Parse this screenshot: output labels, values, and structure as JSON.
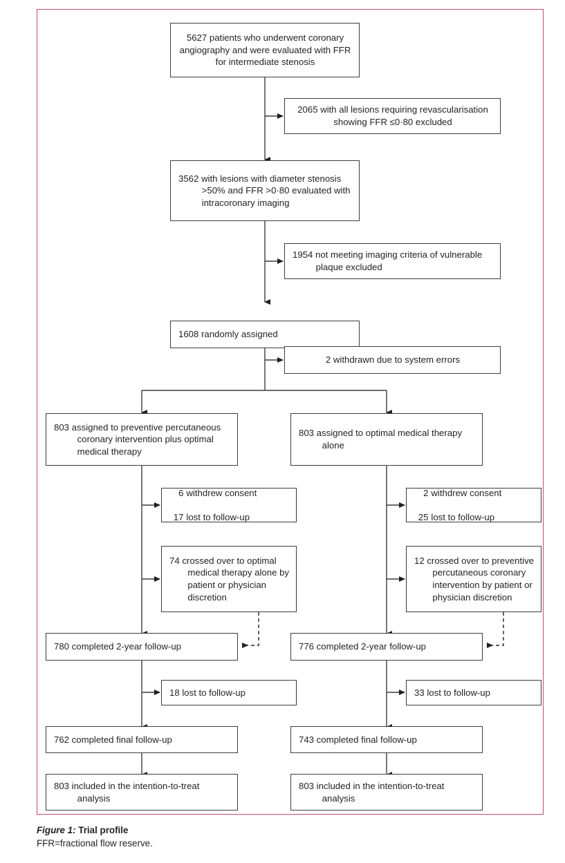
{
  "figure": {
    "border_color": "#c04a6e",
    "caption_figure_number": "Figure 1:",
    "caption_title": " Trial profile",
    "caption_note": "FFR=fractional flow reserve."
  },
  "nodes": {
    "enrolled": {
      "text": "5627 patients who underwent coronary angiography and were evaluated with FFR for intermediate stenosis"
    },
    "excluded_revasc": {
      "text": "2065 with all lesions requiring revascularisation showing FFR ≤0·80 excluded"
    },
    "imaging_evaluated": {
      "text": "3562 with lesions with diameter stenosis >50% and FFR >0·80 evaluated with intracoronary imaging"
    },
    "excluded_imaging": {
      "text": "1954 not meeting imaging criteria of vulnerable plaque excluded"
    },
    "randomised": {
      "text": "1608 randomly assigned"
    },
    "withdrawn_system": {
      "text": "2 withdrawn due to system errors"
    },
    "arm_pci": {
      "text": "803 assigned to preventive percutaneous coronary intervention plus optimal medical therapy"
    },
    "arm_omt": {
      "text": "803 assigned to optimal medical therapy alone"
    },
    "pci_withdraw": {
      "line1_num": "6",
      "line1_text": "withdrew consent",
      "line2_num": "17",
      "line2_text": "lost to follow-up"
    },
    "omt_withdraw": {
      "line1_num": "2",
      "line1_text": "withdrew consent",
      "line2_num": "25",
      "line2_text": "lost to follow-up"
    },
    "pci_crossover": {
      "text": "74 crossed over to optimal medical therapy alone by patient or physician discretion"
    },
    "omt_crossover": {
      "text": "12 crossed over to preventive percutaneous coronary intervention by patient or physician discretion"
    },
    "pci_2year": {
      "text": "780 completed 2-year follow-up"
    },
    "omt_2year": {
      "text": "776 completed 2-year follow-up"
    },
    "pci_lost": {
      "text": "18 lost to follow-up"
    },
    "omt_lost": {
      "text": "33 lost to follow-up"
    },
    "pci_final": {
      "text": "762 completed final follow-up"
    },
    "omt_final": {
      "text": "743 completed final follow-up"
    },
    "pci_itt": {
      "text": "803 included in the intention-to-treat analysis"
    },
    "omt_itt": {
      "text": "803 included in the intention-to-treat analysis"
    }
  }
}
